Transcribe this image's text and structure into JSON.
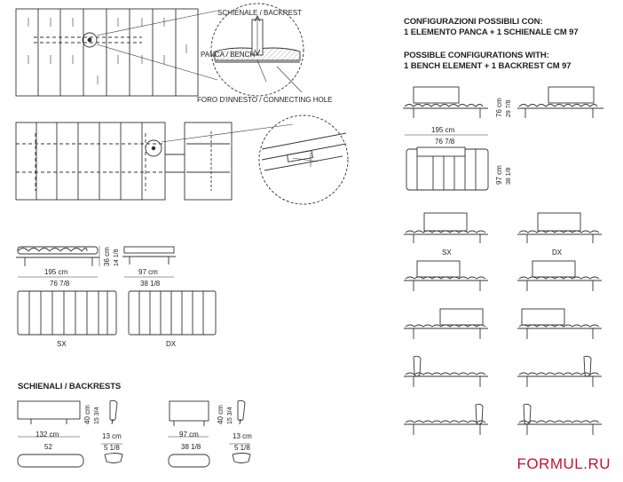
{
  "detail": {
    "backrest_label": "SCHIENALE / BACKREST",
    "bench_label": "PANCA / BENCH",
    "hole_label": "FORO D'INNESTO / CONNECTING HOLE"
  },
  "headings": {
    "it_line1": "CONFIGURAZIONI POSSIBILI CON:",
    "it_line2": "1 ELEMENTO PANCA + 1 SCHIENALE CM 97",
    "en_line1": "POSSIBLE CONFIGURATIONS WITH:",
    "en_line2": "1 BENCH ELEMENT + 1 BACKREST CM 97",
    "backrests": "SCHIENALI / BACKRESTS"
  },
  "dims": {
    "bench_h_cm": "36 cm",
    "bench_h_in": "14 1/8",
    "w195_cm": "195 cm",
    "w195_in": "76 7/8",
    "w97_cm": "97 cm",
    "w97_in": "38 1/8",
    "cfg_h_cm": "76 cm",
    "cfg_h_in": "29 7/8",
    "cfg_w_cm": "195 cm",
    "cfg_w_in": "76 7/8",
    "cfg_d_cm": "97 cm",
    "cfg_d_in": "38 1/8",
    "br_h_cm": "40 cm",
    "br_h_in": "15 3/4",
    "br132_cm": "132 cm",
    "br132_in": "52",
    "br_d_cm": "13 cm",
    "br_d_in": "5 1/8",
    "br97_cm": "97 cm",
    "br97_in": "38 1/8",
    "br_d2_cm": "13 cm",
    "br_d2_in": "5 1/8"
  },
  "variants": {
    "sx": "SX",
    "dx": "DX",
    "sx2": "SX",
    "dx2": "DX"
  },
  "brand": "FORMUL.RU"
}
